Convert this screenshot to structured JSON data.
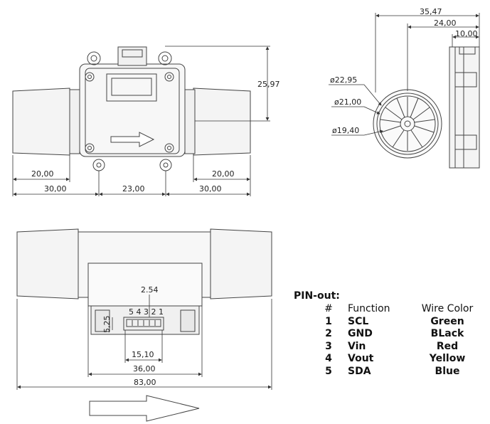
{
  "front_view": {
    "dims": {
      "height": "25,97",
      "left_pipe": "20,00",
      "right_pipe": "20,00",
      "left_total": "30,00",
      "center": "23,00",
      "right_total": "30,00"
    }
  },
  "side_view": {
    "dims": {
      "total_width": "35,47",
      "mid_width": "24,00",
      "small_width": "10,00",
      "outer_diameter": "ø22,95",
      "mid_diameter": "ø21,00",
      "inner_diameter": "ø19,40"
    }
  },
  "bottom_view": {
    "pin_pitch": "2.54",
    "pin_numbers": "5 4 3 2 1",
    "connector_height": "5,25",
    "connector_width": "15,10",
    "body_width": "36,00",
    "total_length": "83,00"
  },
  "pinout": {
    "title": "PIN-out:",
    "headers": [
      "#",
      "Function",
      "Wire Color"
    ],
    "rows": [
      {
        "num": "1",
        "function": "SCL",
        "color": "Green"
      },
      {
        "num": "2",
        "function": "GND",
        "color": "BLack"
      },
      {
        "num": "3",
        "function": "Vin",
        "color": "Red"
      },
      {
        "num": "4",
        "function": "Vout",
        "color": "Yellow"
      },
      {
        "num": "5",
        "function": "SDA",
        "color": "Blue"
      }
    ]
  }
}
